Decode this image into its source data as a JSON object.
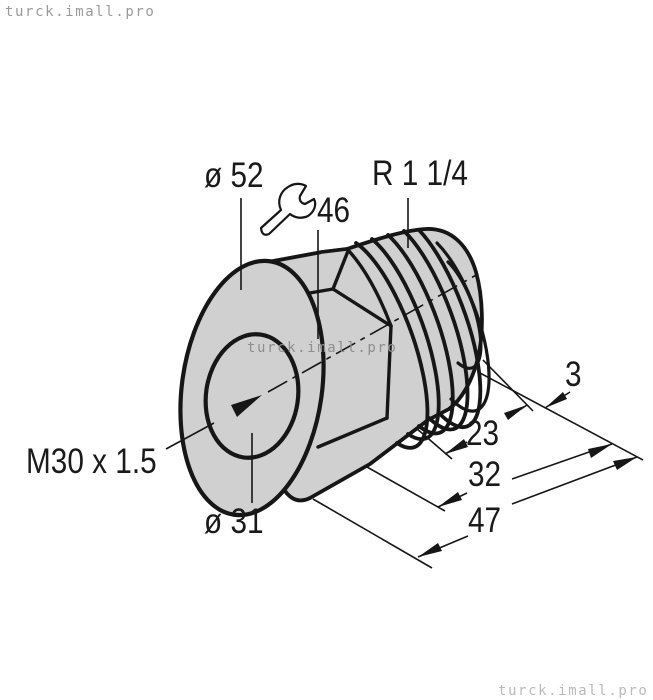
{
  "watermarks": {
    "top_left": "turck.imall.pro",
    "center": "turck.imall.pro",
    "bottom_right": "turck.imall.pro"
  },
  "labels": {
    "flange_diameter": "ø 52",
    "wrench_size": "46",
    "external_thread": "R 1 1/4",
    "internal_thread": "M30 x 1.5",
    "bore_diameter": "ø 31"
  },
  "dimensions": {
    "chamfer_length": "3",
    "thread_length": "23",
    "body_length": "32",
    "overall_length": "47"
  },
  "icons": {
    "wrench": "open-end-wrench-icon"
  },
  "colors": {
    "body_fill": "#d0d0d0",
    "line": "#161616",
    "watermark_dark": "#9a9a9a",
    "watermark_mid": "#8e8e8e",
    "watermark_light": "#b9b9b9"
  }
}
